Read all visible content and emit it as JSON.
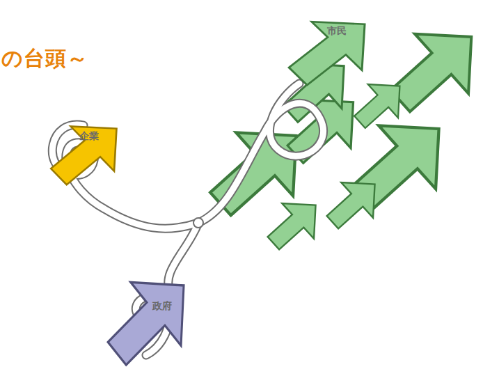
{
  "diagram": {
    "title": "の台頭～",
    "nodes": [
      {
        "text": [
          "企業"
        ]
      },
      {
        "text": [
          "政府"
        ]
      },
      {
        "text": [
          "市民"
        ]
      }
    ]
  }
}
